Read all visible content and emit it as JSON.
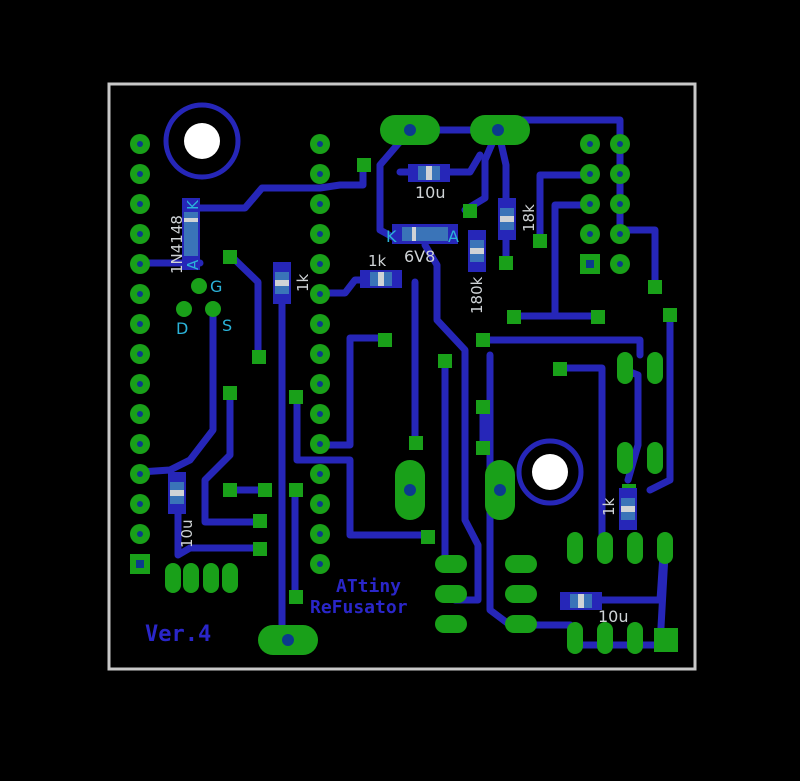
{
  "colors": {
    "background": "#000000",
    "outline": "#c8c8c8",
    "trace": "#2626b8",
    "pad": "#19a019",
    "via_hole": "#0b3a8c",
    "component_body": "#3a74b8",
    "silkscreen": "#cfd3d6",
    "label_blue": "#2bb3d9",
    "title_blue": "#2a26c9"
  },
  "board": {
    "title_line1": "ATtiny",
    "title_line2": "ReFusator",
    "version": "Ver.4"
  },
  "components": {
    "diode_1n4148": {
      "part": "1N4148",
      "anode": "A",
      "cathode": "K"
    },
    "zener_6v8": {
      "part": "6V8",
      "anode": "A",
      "cathode": "K"
    },
    "transistor": {
      "gate": "G",
      "drain": "D",
      "source": "S"
    },
    "r_1k_top": "1k",
    "r_1k_left": "1k",
    "r_1k_right": "1k",
    "r_180k": "180k",
    "r_18k": "18k",
    "c_10u_top": "10u",
    "c_10u_left": "10u",
    "c_10u_bottom": "10u"
  }
}
